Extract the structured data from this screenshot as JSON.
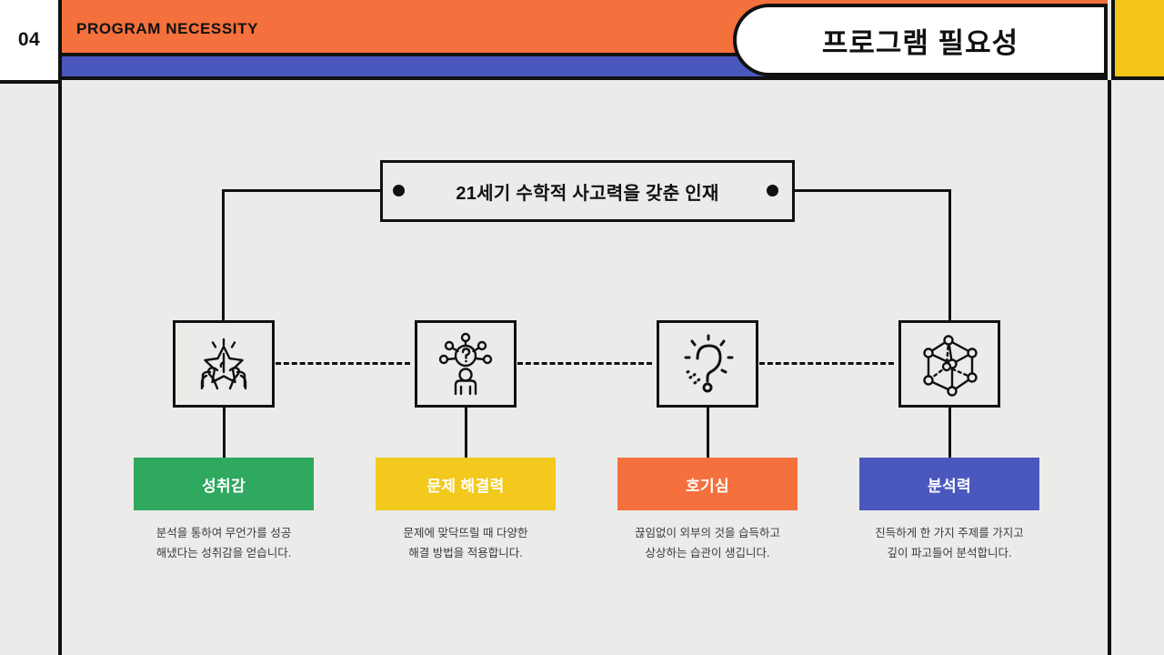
{
  "header": {
    "number": "04",
    "eyebrow": "PROGRAM NECESSITY",
    "title": "프로그램 필요성"
  },
  "concept": {
    "text": "21세기 수학적 사고력을 갖춘 인재"
  },
  "colors": {
    "background": "#ebebe9",
    "ink": "#111111",
    "orange": "#f4703c",
    "blue": "#4a58be",
    "yellow": "#f5c517",
    "green": "#2fa860",
    "chip_yellow": "#f2c91c"
  },
  "columns": [
    {
      "icon": "hands-holding-star-icon",
      "label": "성취감",
      "color": "#2fa860",
      "description_line1": "분석을 통하여 무언가를 성공",
      "description_line2": "해냈다는 성취감을 얻습니다."
    },
    {
      "icon": "person-question-network-icon",
      "label": "문제 해결력",
      "color": "#f2c91c",
      "description_line1": "문제에 맞닥뜨릴 때 다양한",
      "description_line2": "해결 방법을 적용합니다."
    },
    {
      "icon": "glowing-question-mark-icon",
      "label": "호기심",
      "color": "#f4703c",
      "description_line1": "끊임없이 외부의 것을 습득하고",
      "description_line2": "상상하는 습관이 생깁니다."
    },
    {
      "icon": "cube-network-icon",
      "label": "분석력",
      "color": "#4a58be",
      "description_line1": "진득하게 한 가지 주제를 가지고",
      "description_line2": "깊이 파고들어 분석합니다."
    }
  ]
}
